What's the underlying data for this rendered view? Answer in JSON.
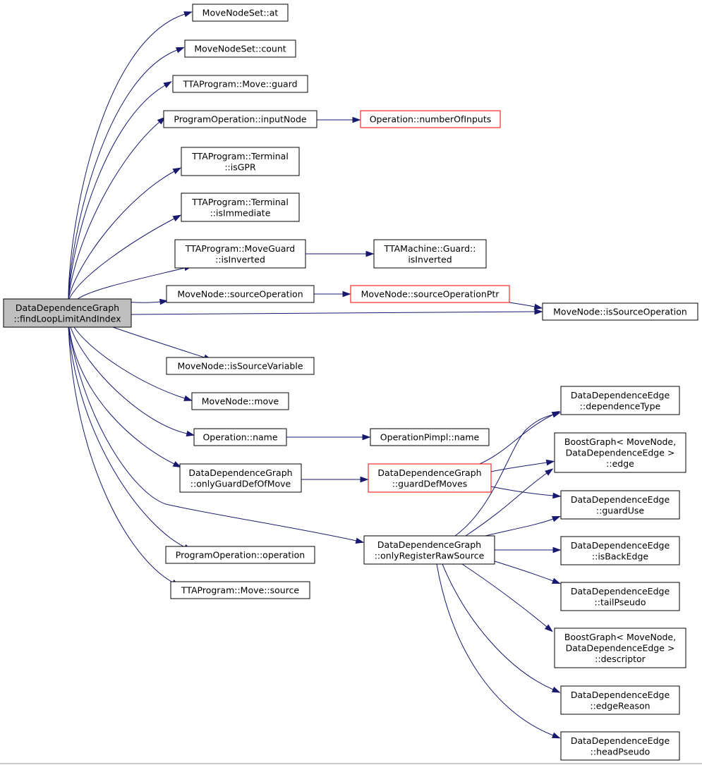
{
  "colors": {
    "edge": "#191970",
    "node_border": "#000000",
    "node_highlight_border": "#ff0000",
    "root_fill": "#bfbfbf",
    "node_fill": "#ffffff"
  },
  "root": {
    "id": "root",
    "lines": [
      "DataDependenceGraph",
      "::findLoopLimitAndIndex"
    ]
  },
  "nodes": [
    {
      "id": "n_at",
      "lines": [
        "MoveNodeSet::at"
      ]
    },
    {
      "id": "n_count",
      "lines": [
        "MoveNodeSet::count"
      ]
    },
    {
      "id": "n_guard",
      "lines": [
        "TTAProgram::Move::guard"
      ]
    },
    {
      "id": "n_inputNode",
      "lines": [
        "ProgramOperation::inputNode"
      ]
    },
    {
      "id": "n_numberOfInputs",
      "lines": [
        "Operation::numberOfInputs"
      ],
      "highlight": true
    },
    {
      "id": "n_isGPR",
      "lines": [
        "TTAProgram::Terminal",
        "::isGPR"
      ]
    },
    {
      "id": "n_isImmediate",
      "lines": [
        "TTAProgram::Terminal",
        "::isImmediate"
      ]
    },
    {
      "id": "n_mg_isInverted",
      "lines": [
        "TTAProgram::MoveGuard",
        "::isInverted"
      ]
    },
    {
      "id": "n_g_isInverted",
      "lines": [
        "TTAMachine::Guard::",
        "isInverted"
      ]
    },
    {
      "id": "n_sourceOperation",
      "lines": [
        "MoveNode::sourceOperation"
      ]
    },
    {
      "id": "n_sourceOperationPtr",
      "lines": [
        "MoveNode::sourceOperationPtr"
      ],
      "highlight": true
    },
    {
      "id": "n_isSourceOperation",
      "lines": [
        "MoveNode::isSourceOperation"
      ]
    },
    {
      "id": "n_isSourceVariable",
      "lines": [
        "MoveNode::isSourceVariable"
      ]
    },
    {
      "id": "n_move",
      "lines": [
        "MoveNode::move"
      ]
    },
    {
      "id": "n_op_name",
      "lines": [
        "Operation::name"
      ]
    },
    {
      "id": "n_pimpl_name",
      "lines": [
        "OperationPimpl::name"
      ]
    },
    {
      "id": "n_onlyGuardDefOfMove",
      "lines": [
        "DataDependenceGraph",
        "::onlyGuardDefOfMove"
      ]
    },
    {
      "id": "n_guardDefMoves",
      "lines": [
        "DataDependenceGraph",
        "::guardDefMoves"
      ],
      "highlight": true
    },
    {
      "id": "n_onlyRegisterRawSource",
      "lines": [
        "DataDependenceGraph",
        "::onlyRegisterRawSource"
      ]
    },
    {
      "id": "n_operation",
      "lines": [
        "ProgramOperation::operation"
      ]
    },
    {
      "id": "n_source",
      "lines": [
        "TTAProgram::Move::source"
      ]
    },
    {
      "id": "n_dependenceType",
      "lines": [
        "DataDependenceEdge",
        "::dependenceType"
      ]
    },
    {
      "id": "n_edge",
      "lines": [
        "BoostGraph< MoveNode,",
        "DataDependenceEdge >",
        "::edge"
      ]
    },
    {
      "id": "n_guardUse",
      "lines": [
        "DataDependenceEdge",
        "::guardUse"
      ]
    },
    {
      "id": "n_isBackEdge",
      "lines": [
        "DataDependenceEdge",
        "::isBackEdge"
      ]
    },
    {
      "id": "n_tailPseudo",
      "lines": [
        "DataDependenceEdge",
        "::tailPseudo"
      ]
    },
    {
      "id": "n_descriptor",
      "lines": [
        "BoostGraph< MoveNode,",
        "DataDependenceEdge >",
        "::descriptor"
      ]
    },
    {
      "id": "n_edgeReason",
      "lines": [
        "DataDependenceEdge",
        "::edgeReason"
      ]
    },
    {
      "id": "n_headPseudo",
      "lines": [
        "DataDependenceEdge",
        "::headPseudo"
      ]
    }
  ],
  "edges": [
    [
      "root",
      "n_at"
    ],
    [
      "root",
      "n_count"
    ],
    [
      "root",
      "n_guard"
    ],
    [
      "root",
      "n_inputNode"
    ],
    [
      "root",
      "n_isGPR"
    ],
    [
      "root",
      "n_isImmediate"
    ],
    [
      "root",
      "n_mg_isInverted"
    ],
    [
      "root",
      "n_sourceOperation"
    ],
    [
      "root",
      "n_isSourceOperation"
    ],
    [
      "root",
      "n_isSourceVariable"
    ],
    [
      "root",
      "n_move"
    ],
    [
      "root",
      "n_op_name"
    ],
    [
      "root",
      "n_onlyGuardDefOfMove"
    ],
    [
      "root",
      "n_onlyRegisterRawSource"
    ],
    [
      "root",
      "n_operation"
    ],
    [
      "root",
      "n_source"
    ],
    [
      "n_inputNode",
      "n_numberOfInputs"
    ],
    [
      "n_mg_isInverted",
      "n_g_isInverted"
    ],
    [
      "n_sourceOperation",
      "n_sourceOperationPtr"
    ],
    [
      "n_sourceOperationPtr",
      "n_isSourceOperation"
    ],
    [
      "n_op_name",
      "n_pimpl_name"
    ],
    [
      "n_onlyGuardDefOfMove",
      "n_guardDefMoves"
    ],
    [
      "n_guardDefMoves",
      "n_dependenceType"
    ],
    [
      "n_guardDefMoves",
      "n_edge"
    ],
    [
      "n_guardDefMoves",
      "n_guardUse"
    ],
    [
      "n_onlyRegisterRawSource",
      "n_dependenceType"
    ],
    [
      "n_onlyRegisterRawSource",
      "n_edge"
    ],
    [
      "n_onlyRegisterRawSource",
      "n_guardUse"
    ],
    [
      "n_onlyRegisterRawSource",
      "n_isBackEdge"
    ],
    [
      "n_onlyRegisterRawSource",
      "n_tailPseudo"
    ],
    [
      "n_onlyRegisterRawSource",
      "n_descriptor"
    ],
    [
      "n_onlyRegisterRawSource",
      "n_edgeReason"
    ],
    [
      "n_onlyRegisterRawSource",
      "n_headPseudo"
    ]
  ]
}
